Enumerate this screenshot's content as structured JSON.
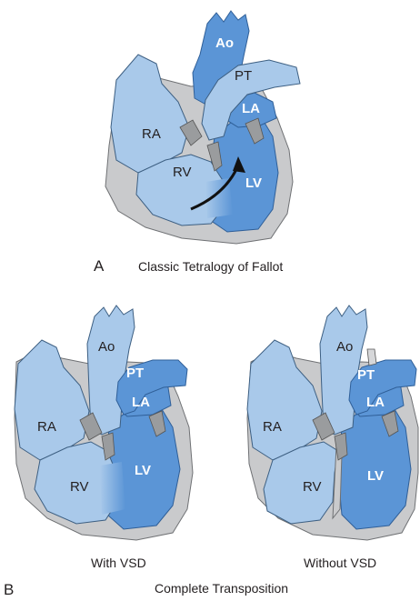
{
  "figure_a": {
    "letter": "A",
    "caption": "Classic Tetralogy of Fallot",
    "labels": {
      "ao": "Ao",
      "pt": "PT",
      "la": "LA",
      "ra": "RA",
      "rv": "RV",
      "lv": "LV"
    }
  },
  "figure_b": {
    "letter": "B",
    "caption": "Complete Transposition",
    "left": {
      "sublabel": "With VSD",
      "labels": {
        "ao": "Ao",
        "pt": "PT",
        "la": "LA",
        "ra": "RA",
        "rv": "RV",
        "lv": "LV"
      }
    },
    "right": {
      "sublabel": "Without VSD",
      "labels": {
        "ao": "Ao",
        "pt": "PT",
        "la": "LA",
        "ra": "RA",
        "rv": "RV",
        "lv": "LV"
      }
    }
  },
  "colors": {
    "right_heart": "#a9c9ea",
    "left_heart": "#5b95d6",
    "wall": "#c9cacc",
    "outline": "#3d5f82"
  }
}
